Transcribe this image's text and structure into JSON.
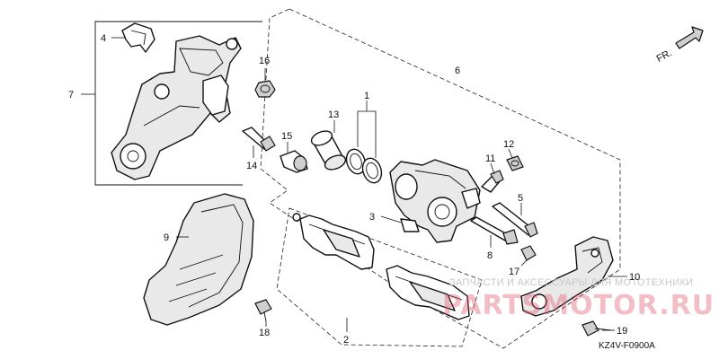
{
  "labels": {
    "p1": "1",
    "p2": "2",
    "p3": "3",
    "p4": "4",
    "p5": "5",
    "p6": "6",
    "p7": "7",
    "p8": "8",
    "p9": "9",
    "p10": "10",
    "p11": "11",
    "p12": "12",
    "p13": "13",
    "p14": "14",
    "p15": "15",
    "p16": "16",
    "p17": "17",
    "p18": "18",
    "p19": "19"
  },
  "direction_label": "FR.",
  "drawing_code": "KZ4V-F0900A",
  "watermark": {
    "small": "ЗАПЧАСТИ И АКСЕССУАРЫ ДЛЯ МОТОТЕХНИКИ",
    "big": "PARTSMOTOR.RU"
  },
  "colors": {
    "line": "#111111",
    "watermark": "#e0556a",
    "shade": "#e9e9e9"
  }
}
